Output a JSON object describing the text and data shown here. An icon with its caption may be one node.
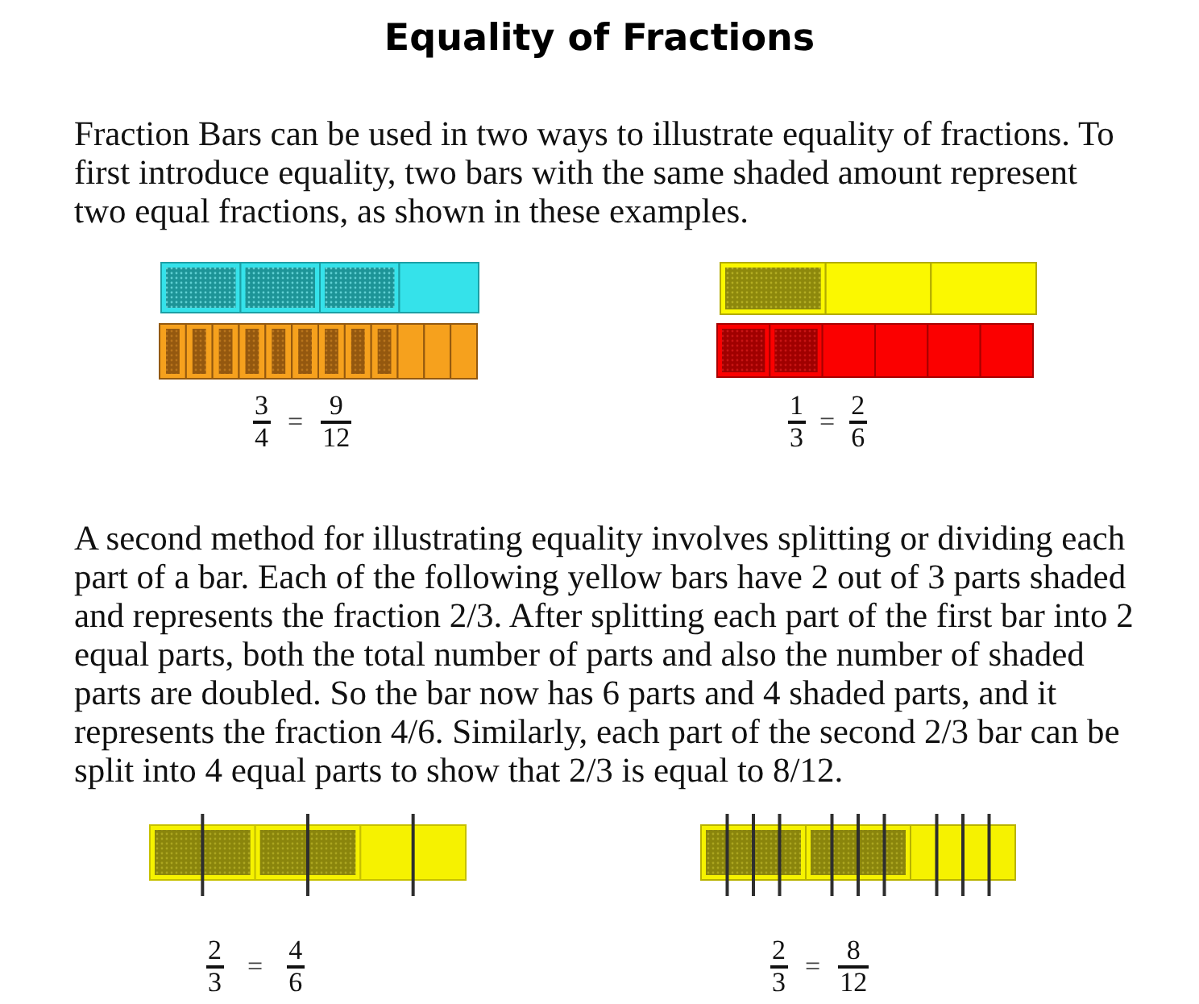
{
  "diagram": {
    "title": "Equality of Fractions",
    "labels": [
      "Fraction Bars can be used in two ways to illustrate equality of fractions. To first introduce equality, two bars with the same shaded amount represent two equal fractions, as shown in these examples.",
      "3",
      "4",
      "=",
      "9",
      "12",
      "1",
      "3",
      "=",
      "2",
      "6",
      "A second method for illustrating equality involves splitting or dividing each part of a bar. Each of the following yellow bars have 2 out of 3 parts shaded and represents the fraction 2/3. After splitting each part of the first bar into 2 equal parts, both the total number of parts and also the number of shaded parts are doubled. So the bar now has 6 parts and 4 shaded parts, and it represents the fraction 4/6. Similarly, each part of the second 2/3 bar can be split into 4 equal parts to show that 2/3 is equal to 8/12.",
      "2",
      "3",
      "=",
      "4",
      "6",
      "2",
      "3",
      "=",
      "8",
      "12"
    ]
  }
}
